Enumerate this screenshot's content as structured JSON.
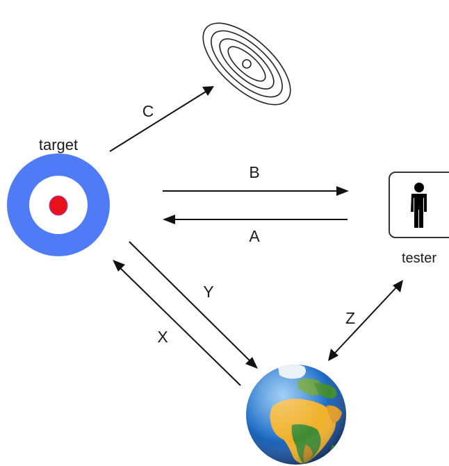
{
  "nodes": {
    "target": {
      "label": "target"
    },
    "tester": {
      "label": "tester"
    },
    "satellite": {
      "icon": "satellite-dish-icon"
    },
    "internet": {
      "icon": "earth-globe-icon"
    }
  },
  "edges": {
    "a": {
      "label": "A"
    },
    "b": {
      "label": "B"
    },
    "c": {
      "label": "C"
    },
    "x": {
      "label": "X"
    },
    "y": {
      "label": "Y"
    },
    "z": {
      "label": "Z"
    }
  },
  "colors": {
    "target_outer": "#4f7cf6",
    "target_inner": "#ffffff",
    "target_center": "#e8121a",
    "ocean": "#1f6fc8",
    "land": "#f0b028",
    "vegetation": "#3f8a2e",
    "arrow": "#111111"
  }
}
